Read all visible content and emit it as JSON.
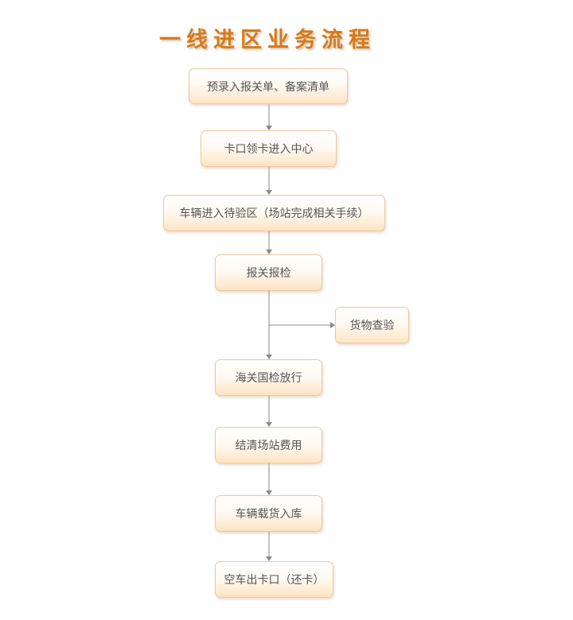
{
  "title": "一线进区业务流程",
  "steps": [
    {
      "label": "预录入报关单、备案清单"
    },
    {
      "label": "卡口领卡进入中心"
    },
    {
      "label": "车辆进入待验区（场站完成相关手续）"
    },
    {
      "label": "报关报检"
    },
    {
      "label": "海关国检放行"
    },
    {
      "label": "结清场站费用"
    },
    {
      "label": "车辆载货入库"
    },
    {
      "label": "空车出卡口（还卡）"
    }
  ],
  "branch": {
    "label": "货物查验"
  }
}
